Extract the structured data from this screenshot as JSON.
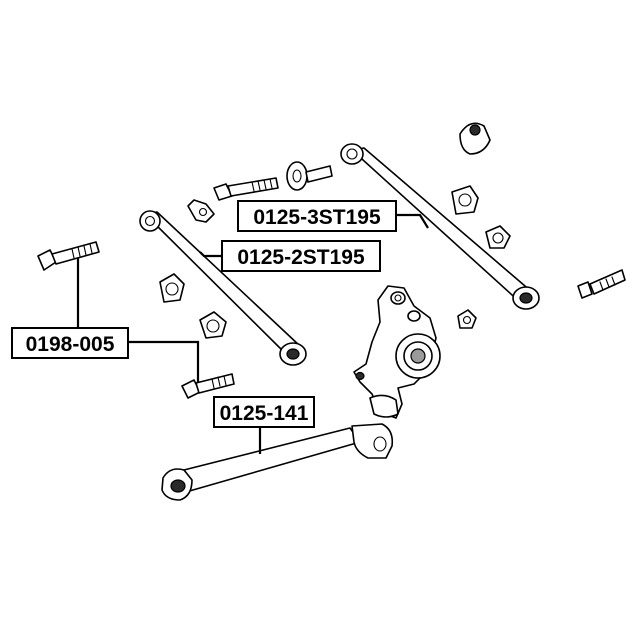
{
  "labels": {
    "upper_arm": "0125-3ST195",
    "lower_arm": "0125-2ST195",
    "bolt": "0198-005",
    "trailing_arm": "0125-141"
  },
  "colors": {
    "ink": "#000000",
    "background": "#ffffff"
  }
}
